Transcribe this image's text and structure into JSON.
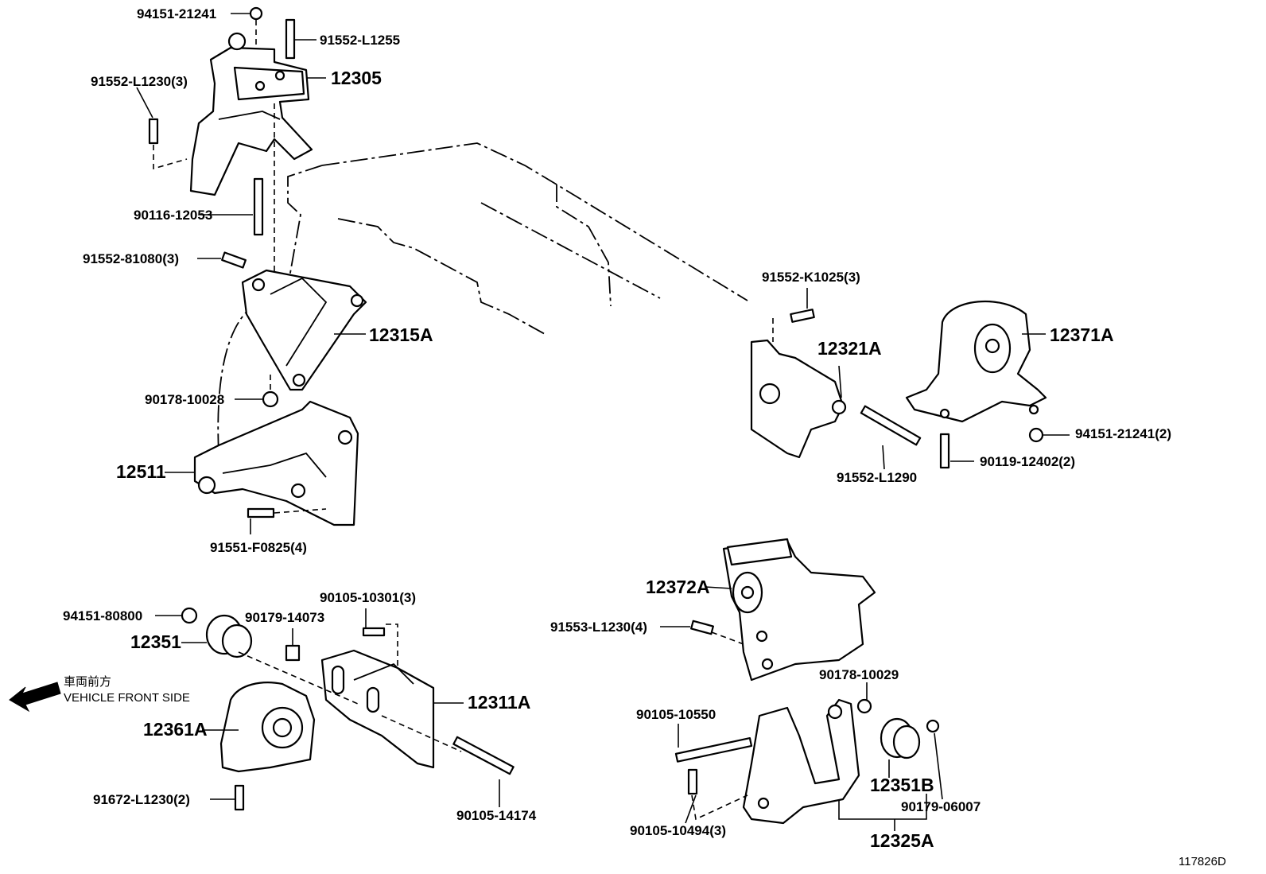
{
  "diagram_id": "117826D",
  "legend": {
    "japanese": "車両前方",
    "english": "VEHICLE FRONT SIDE",
    "arrow_icon": "left-arrow-icon"
  },
  "labels": {
    "l_94151_21241": "94151-21241",
    "l_91552_L1255": "91552-L1255",
    "l_91552_L1230_3": "91552-L1230(3)",
    "l_12305": "12305",
    "l_90116_12053": "90116-12053",
    "l_91552_81080_3": "91552-81080(3)",
    "l_12315A": "12315A",
    "l_90178_10028": "90178-10028",
    "l_12511": "12511",
    "l_91551_F0825_4": "91551-F0825(4)",
    "l_91552_K1025_3": "91552-K1025(3)",
    "l_12321A": "12321A",
    "l_12371A": "12371A",
    "l_94151_21241_2": "94151-21241(2)",
    "l_91552_L1290": "91552-L1290",
    "l_90119_12402_2": "90119-12402(2)",
    "l_94151_80800": "94151-80800",
    "l_90105_10301_3": "90105-10301(3)",
    "l_90179_14073": "90179-14073",
    "l_12351": "12351",
    "l_12311A": "12311A",
    "l_12361A": "12361A",
    "l_91672_L1230_2": "91672-L1230(2)",
    "l_90105_14174": "90105-14174",
    "l_12372A": "12372A",
    "l_91553_L1230_4": "91553-L1230(4)",
    "l_90178_10029": "90178-10029",
    "l_90105_10550": "90105-10550",
    "l_12351B": "12351B",
    "l_90179_06007": "90179-06007",
    "l_90105_10494_3": "90105-10494(3)",
    "l_12325A": "12325A"
  }
}
